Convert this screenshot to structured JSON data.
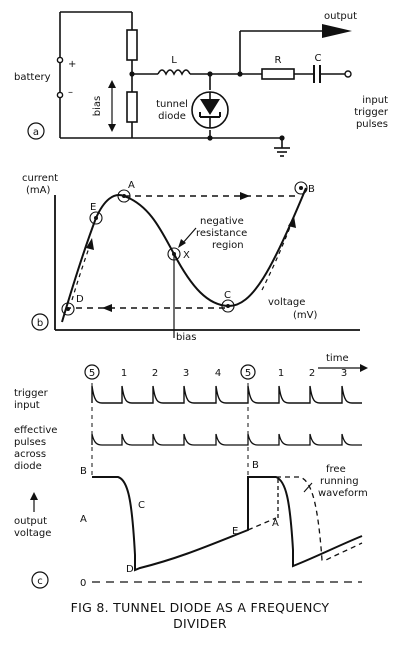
{
  "panel_a": {
    "letter": "a",
    "output": "output",
    "battery": "battery",
    "plus": "+",
    "minus": "–",
    "bias": "bias",
    "inductor": "L",
    "resistor": "R",
    "capacitor": "C",
    "diode_line1": "tunnel",
    "diode_line2": "diode",
    "input_line1": "input",
    "input_line2": "trigger",
    "input_line3": "pulses"
  },
  "panel_b": {
    "letter": "b",
    "ylabel_line1": "current",
    "ylabel_line2": "(mA)",
    "xlabel_line1": "voltage",
    "xlabel_line2": "(mV)",
    "region_line1": "negative",
    "region_line2": "resistance",
    "region_line3": "region",
    "bias": "bias",
    "points": {
      "A": "A",
      "B": "B",
      "C": "C",
      "D": "D",
      "E": "E",
      "X": "X"
    }
  },
  "panel_c": {
    "letter": "c",
    "time": "time",
    "trigger_line1": "trigger",
    "trigger_line2": "input",
    "eff_line1": "effective",
    "eff_line2": "pulses",
    "eff_line3": "across",
    "eff_line4": "diode",
    "out_line1": "output",
    "out_line2": "voltage",
    "zero": "0",
    "pulse_numbers": [
      "5",
      "1",
      "2",
      "3",
      "4",
      "5",
      "1",
      "2",
      "3"
    ],
    "free_line1": "free",
    "free_line2": "running",
    "free_line3": "waveform",
    "points": {
      "A1": "A",
      "B1": "B",
      "C1": "C",
      "D1": "D",
      "E1": "E",
      "A2": "A",
      "B2": "B"
    }
  },
  "caption": {
    "line1": "FIG 8.   TUNNEL DIODE AS A FREQUENCY",
    "line2": "DIVIDER"
  }
}
